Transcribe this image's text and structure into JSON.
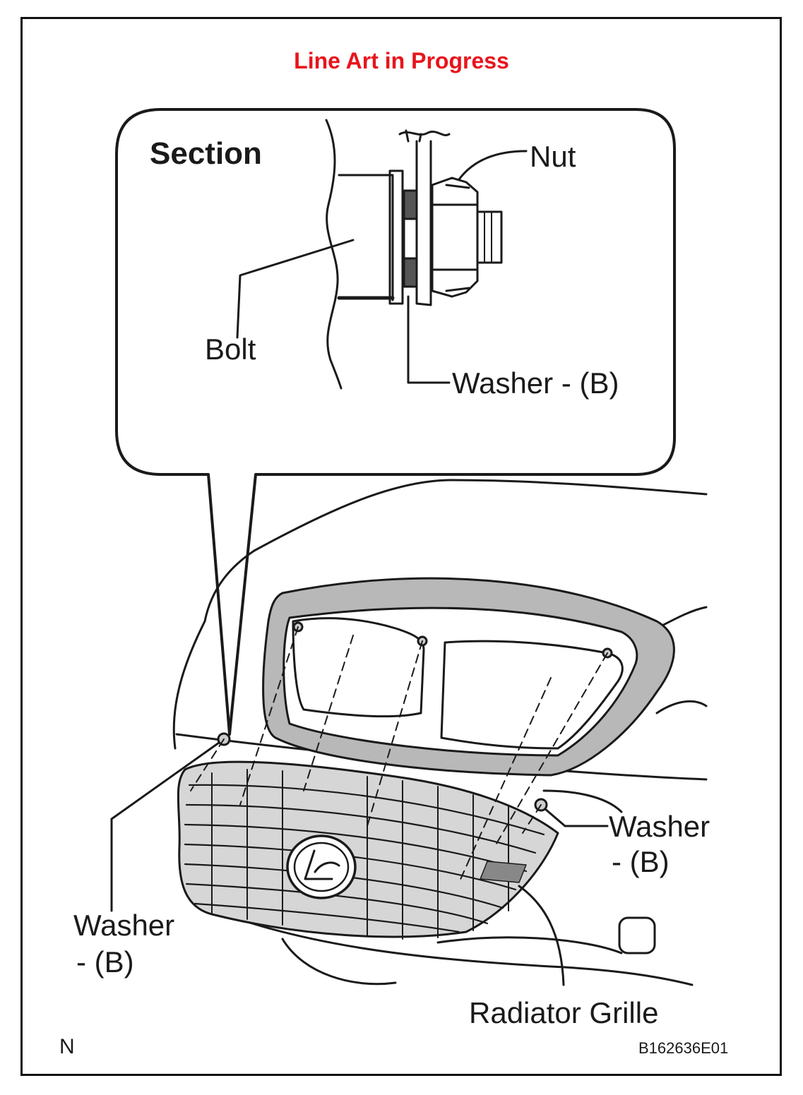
{
  "banner": {
    "text": "Line Art in Progress",
    "color": "#e8141c"
  },
  "section": {
    "title": "Section"
  },
  "labels": {
    "nut": "Nut",
    "bolt": "Bolt",
    "washer_section": "Washer - (B)",
    "washer_right_line1": "Washer",
    "washer_right_line2": "- (B)",
    "washer_left_line1": "Washer",
    "washer_left_line2": "- (B)",
    "radiator_grille": "Radiator Grille"
  },
  "corner": {
    "letter": "N",
    "code": "B162636E01"
  },
  "colors": {
    "line": "#1a1a1a",
    "shade": "#b8b8b8",
    "dark": "#555555",
    "paper": "#ffffff"
  }
}
